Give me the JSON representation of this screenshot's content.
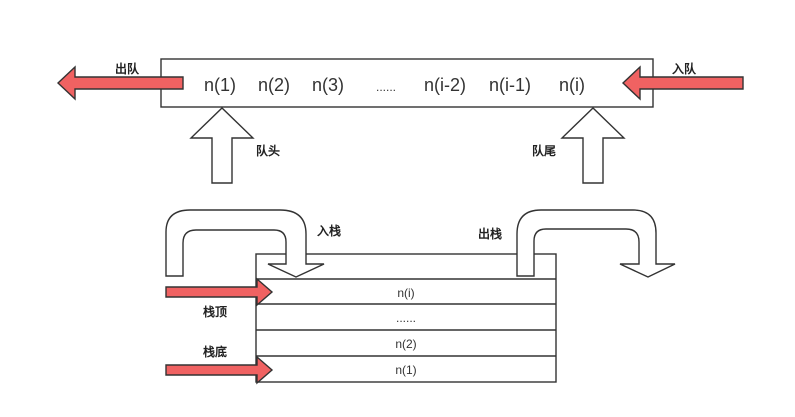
{
  "queue": {
    "dequeue_label": "出队",
    "enqueue_label": "入队",
    "head_label": "队头",
    "tail_label": "队尾",
    "items": [
      "n(1)",
      "n(2)",
      "n(3)",
      "......",
      "n(i-2)",
      "n(i-1)",
      "n(i)"
    ]
  },
  "stack": {
    "push_label": "入栈",
    "pop_label": "出栈",
    "top_label": "栈顶",
    "bottom_label": "栈底",
    "items": [
      "n(i)",
      "......",
      "n(2)",
      "n(1)"
    ]
  },
  "colors": {
    "accent": "#f06262",
    "stroke": "#333333",
    "fill": "#ffffff"
  }
}
